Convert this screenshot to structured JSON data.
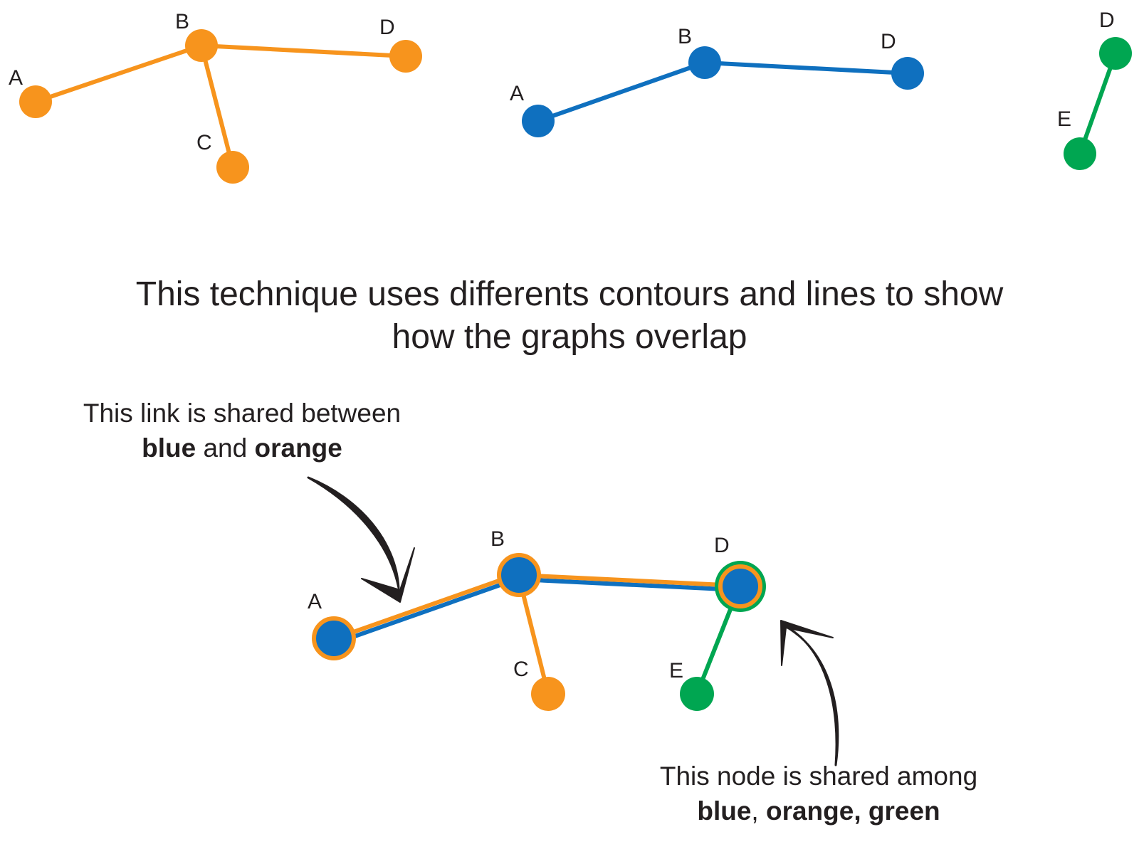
{
  "colors": {
    "orange": "#f7941d",
    "blue": "#0f70bf",
    "green": "#00a651",
    "text": "#231f20"
  },
  "graphs": {
    "orange": {
      "nodes": [
        "A",
        "B",
        "C",
        "D"
      ],
      "edges": [
        [
          "A",
          "B"
        ],
        [
          "B",
          "C"
        ],
        [
          "B",
          "D"
        ]
      ]
    },
    "blue": {
      "nodes": [
        "A",
        "B",
        "D"
      ],
      "edges": [
        [
          "A",
          "B"
        ],
        [
          "B",
          "D"
        ]
      ]
    },
    "green": {
      "nodes": [
        "D",
        "E"
      ],
      "edges": [
        [
          "D",
          "E"
        ]
      ]
    }
  },
  "merged": {
    "nodes": [
      "A",
      "B",
      "C",
      "D",
      "E"
    ]
  },
  "caption": {
    "line1": "This technique uses differents contours and lines to show",
    "line2": "how the graphs overlap"
  },
  "callout_link": {
    "line1": "This link is shared between",
    "bold1": "blue",
    "mid": " and ",
    "bold2": "orange"
  },
  "callout_node": {
    "line1": "This node is shared among",
    "bold1": "blue",
    "sep": ", ",
    "bold2": "orange, green"
  }
}
